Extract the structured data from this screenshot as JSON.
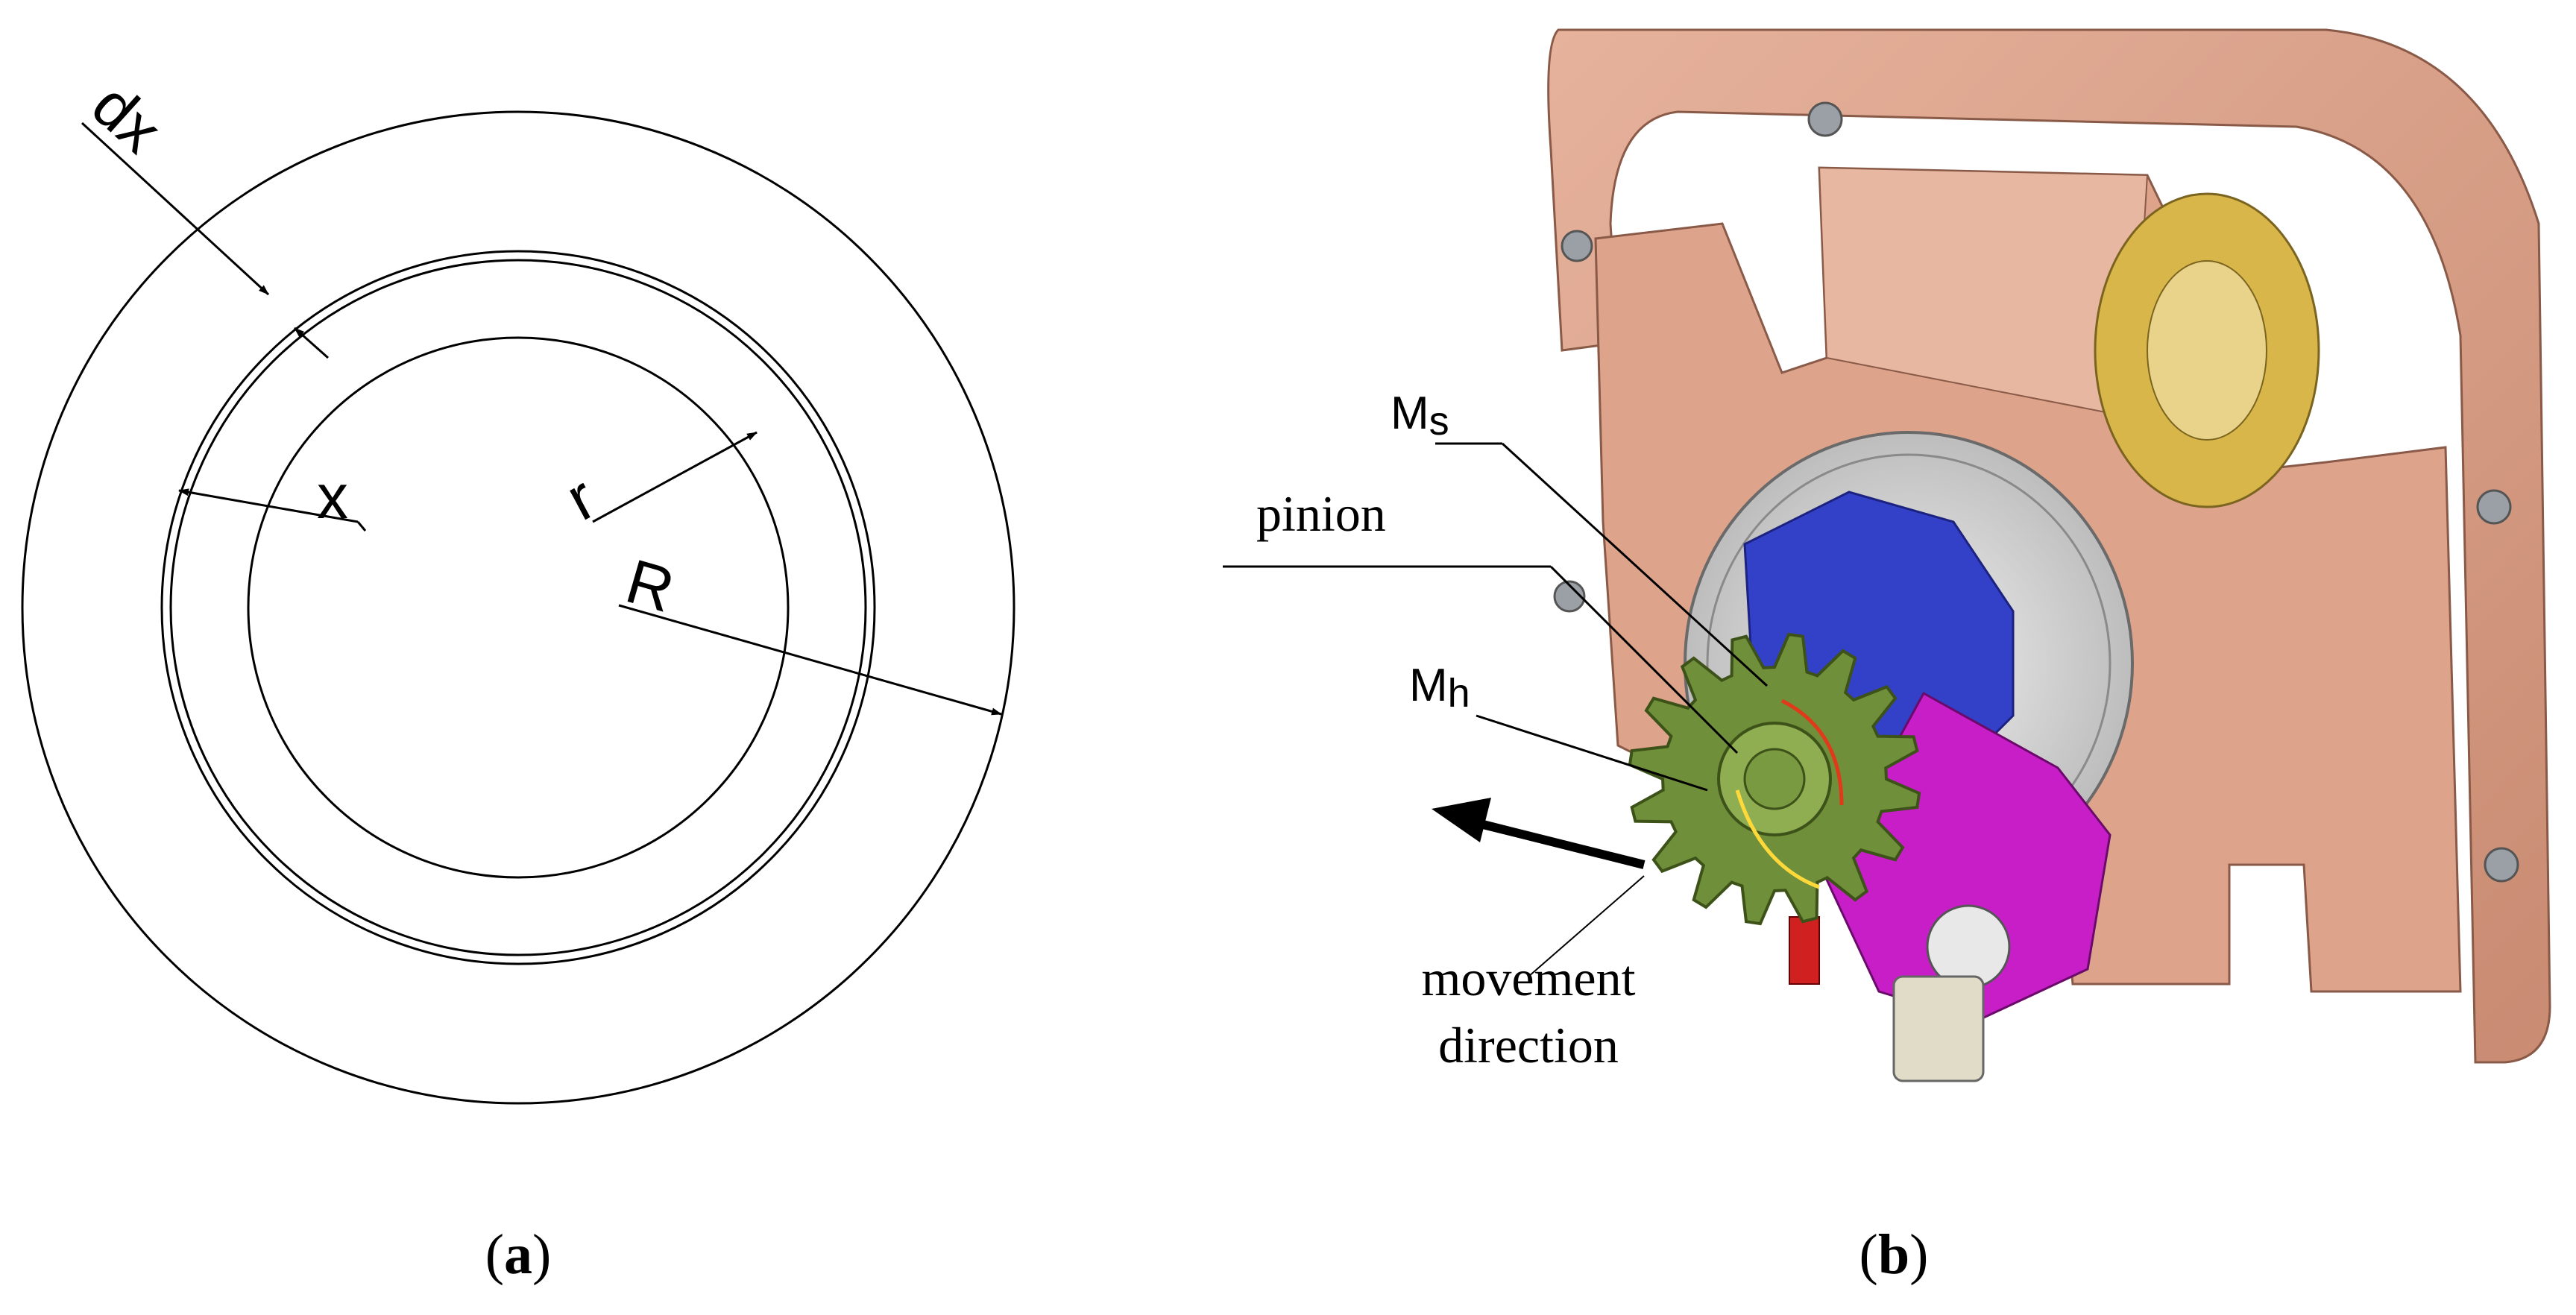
{
  "panel_a": {
    "labels": {
      "dx": "dx",
      "x": "x",
      "r": "r",
      "R": "R"
    },
    "caption": {
      "open": "(",
      "letter": "a",
      "close": ")"
    }
  },
  "panel_b": {
    "labels": {
      "ms_main": "M",
      "ms_sub": "s",
      "pinion": "pinion",
      "mh_main": "M",
      "mh_sub": "h",
      "movement_line1": "movement",
      "movement_line2": "direction"
    },
    "caption": {
      "open": "(",
      "letter": "b",
      "close": ")"
    },
    "colors": {
      "frame": "#d59a82",
      "frame_dark": "#b47a63",
      "gear": "#6f8f3a",
      "gear_light": "#8fae52",
      "disc": "#d8d8d8",
      "blue_part": "#3340c8",
      "magenta_part": "#c81ec8",
      "ring": "#d9b64a",
      "bolt": "#9aa0a6"
    },
    "icons": [
      "arrow-left-icon"
    ]
  }
}
